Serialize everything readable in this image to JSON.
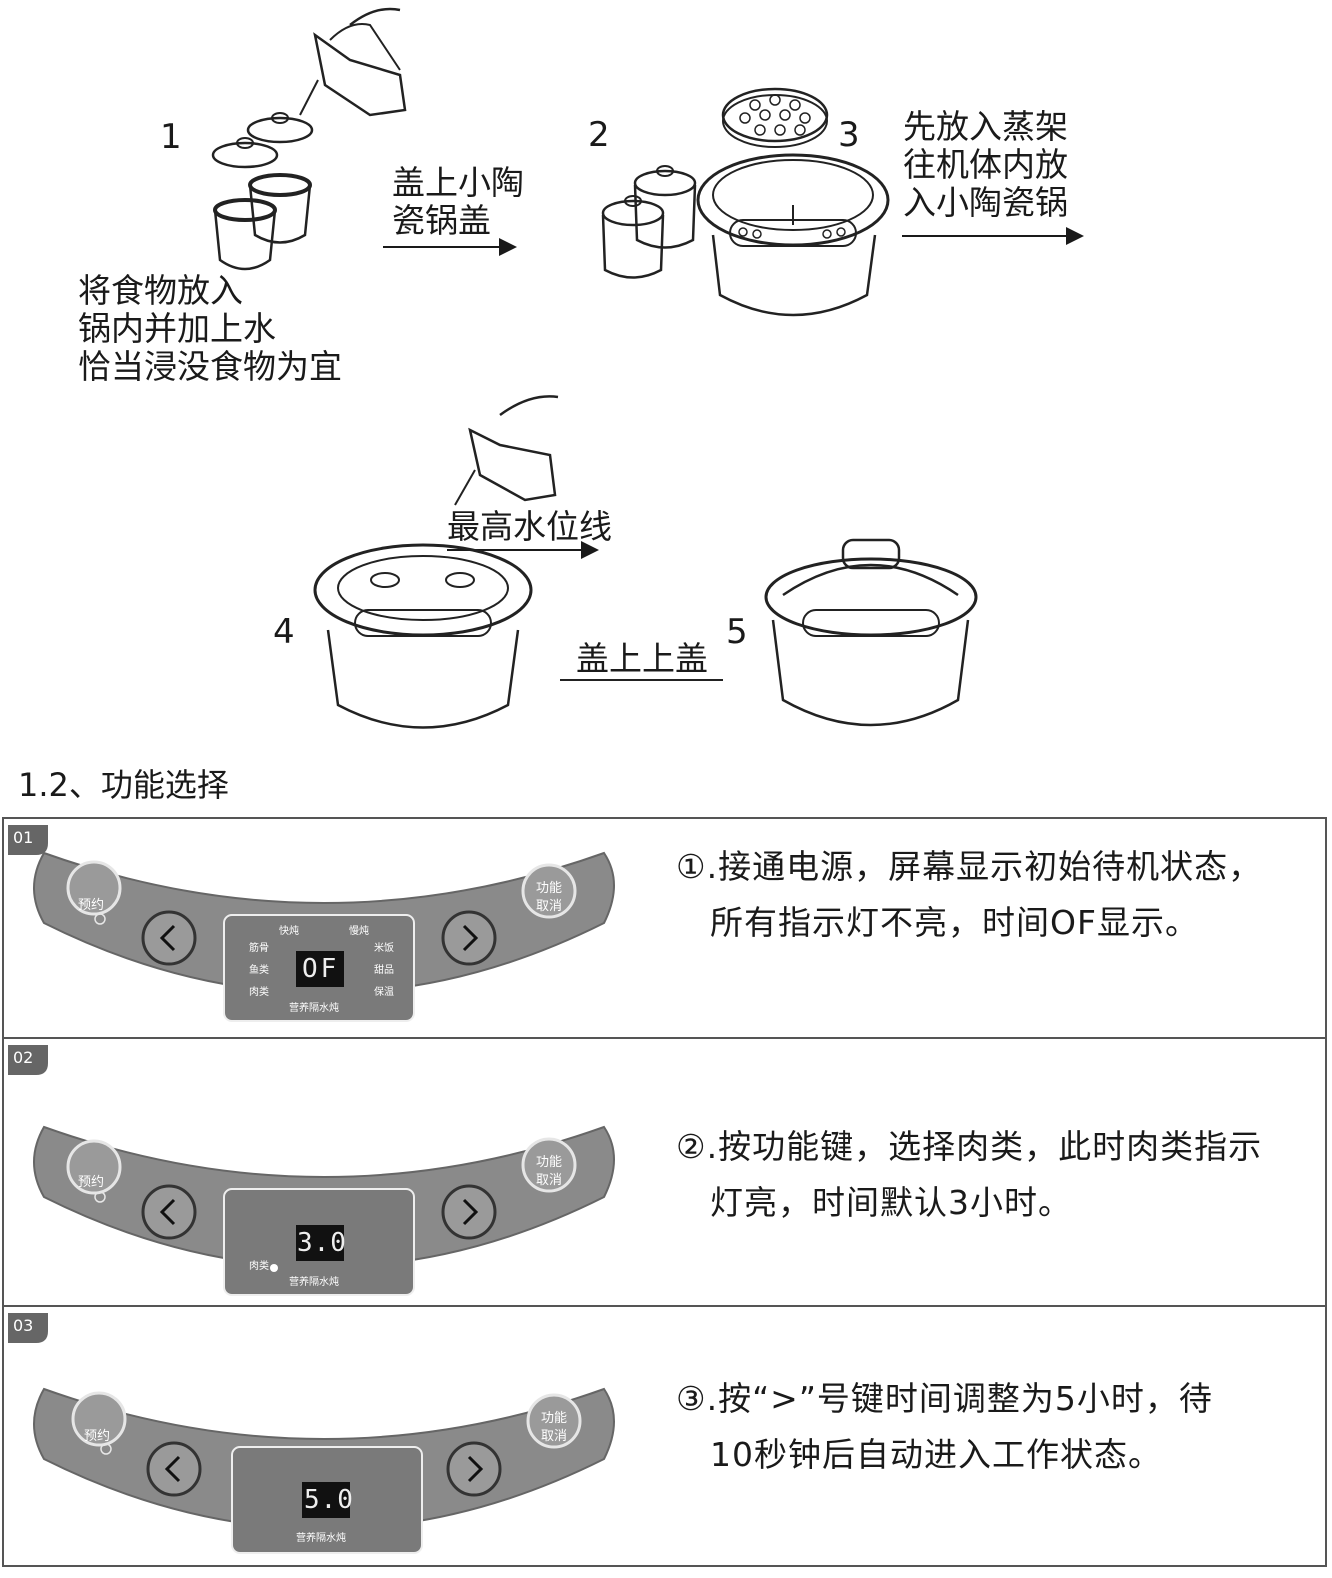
{
  "steps": {
    "s1": {
      "num": "1",
      "text": "将食物放入\n锅内并加上水\n恰当浸没食物为宜"
    },
    "s_lid": {
      "text": "盖上小陶\n瓷锅盖"
    },
    "s2": {
      "num": "2"
    },
    "s3": {
      "num": "3",
      "text": "先放入蒸架\n往机体内放\n入小陶瓷锅"
    },
    "water": {
      "text": "最高水位线"
    },
    "s4": {
      "num": "4"
    },
    "s5": {
      "num": "5"
    },
    "cover": {
      "text": "盖上上盖"
    }
  },
  "section": {
    "title": "1.2、功能选择"
  },
  "panel": {
    "reserve": "预约",
    "func": "功能",
    "cancel": "取消",
    "fast": "快炖",
    "slow": "慢炖",
    "tendon": "筋骨",
    "fish": "鱼类",
    "meat": "肉类",
    "rice": "米饭",
    "dessert": "甜品",
    "warm": "保温",
    "brand": "营养隔水炖"
  },
  "rows": [
    {
      "tag": "01",
      "display": "OF",
      "desc": "①.接通电源，屏幕显示初始待机状态，\n　所有指示灯不亮，时间OF显示。"
    },
    {
      "tag": "02",
      "display": "3.0",
      "desc": "②.按功能键，选择肉类，此时肉类指示\n　灯亮，时间默认3小时。"
    },
    {
      "tag": "03",
      "display": "5.0",
      "desc": "③.按“>”号键时间调整为5小时，待\n　10秒钟后自动进入工作状态。"
    }
  ]
}
